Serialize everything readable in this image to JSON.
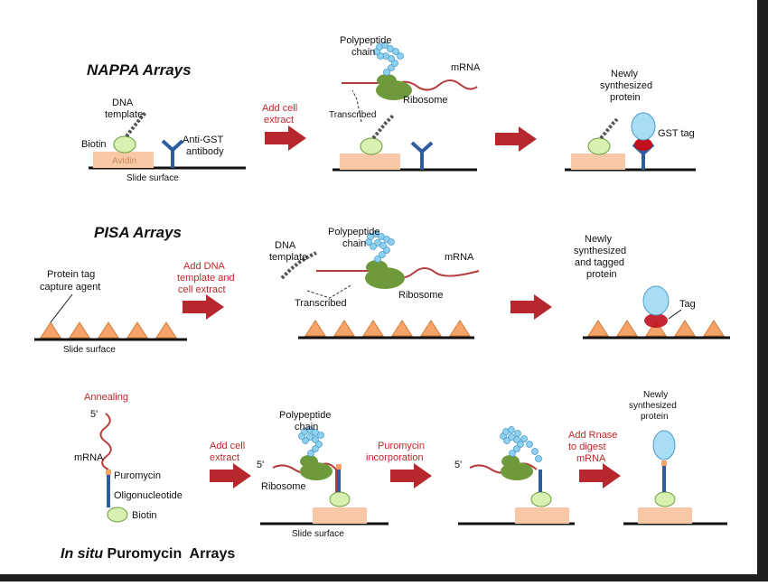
{
  "colors": {
    "arrow": "#b7282e",
    "mrna": "#b53c3c",
    "ribosome": "#6f9a3c",
    "bead_green": "#d8f0b0",
    "protein_blue": "#a9dcf5",
    "surface_peach": "#f7c9a6",
    "pyramid": "#f5a368",
    "antibody": "#2e5d9e",
    "tag_red": "#c0101e",
    "beads": "#8ed0f0"
  },
  "nappa": {
    "title": "NAPPA Arrays",
    "dna_template": [
      "DNA",
      "template"
    ],
    "biotin": "Biotin",
    "avidin": "Avidin",
    "anti_gst": [
      "Anti-GST",
      "antibody"
    ],
    "slide_surface": "Slide surface",
    "add_cell_extract": [
      "Add cell",
      "extract"
    ],
    "polypeptide_chain": [
      "Polypeptide",
      "chain"
    ],
    "mrna": "mRNA",
    "ribosome": "Ribosome",
    "transcribed": "Transcribed",
    "newly_synth": [
      "Newly",
      "synthesized",
      "protein"
    ],
    "gst_tag": "GST tag"
  },
  "pisa": {
    "title": "PISA  Arrays",
    "protein_tag": [
      "Protein tag",
      "capture agent"
    ],
    "slide_surface": "Slide surface",
    "add_dna": [
      "Add DNA",
      "template and",
      "cell extract"
    ],
    "dna_template": [
      "DNA",
      "template"
    ],
    "polypeptide_chain": [
      "Polypeptide",
      "chain"
    ],
    "mrna": "mRNA",
    "ribosome": "Ribosome",
    "transcribed": "Transcribed",
    "newly_synth": [
      "Newly",
      "synthesized",
      "and tagged",
      "protein"
    ],
    "tag": "Tag"
  },
  "insitu": {
    "title_italic": "In situ",
    "title_rest": " Puromycin  Arrays",
    "annealing": "Annealing",
    "five_prime": "5'",
    "mrna": "mRNA",
    "puromycin": "Puromycin",
    "oligonucleotide": "Oligonucleotide",
    "biotin": "Biotin",
    "add_cell_extract": [
      "Add cell",
      "extract"
    ],
    "polypeptide_chain": [
      "Polypeptide",
      "chain"
    ],
    "ribosome": "Ribosome",
    "slide_surface": "Slide surface",
    "puromycin_incorp": [
      "Puromycin",
      "incorporation"
    ],
    "add_rnase": [
      "Add Rnase",
      "to digest",
      "mRNA"
    ],
    "newly_synth": [
      "Newly",
      "synthesized",
      "protein"
    ]
  }
}
